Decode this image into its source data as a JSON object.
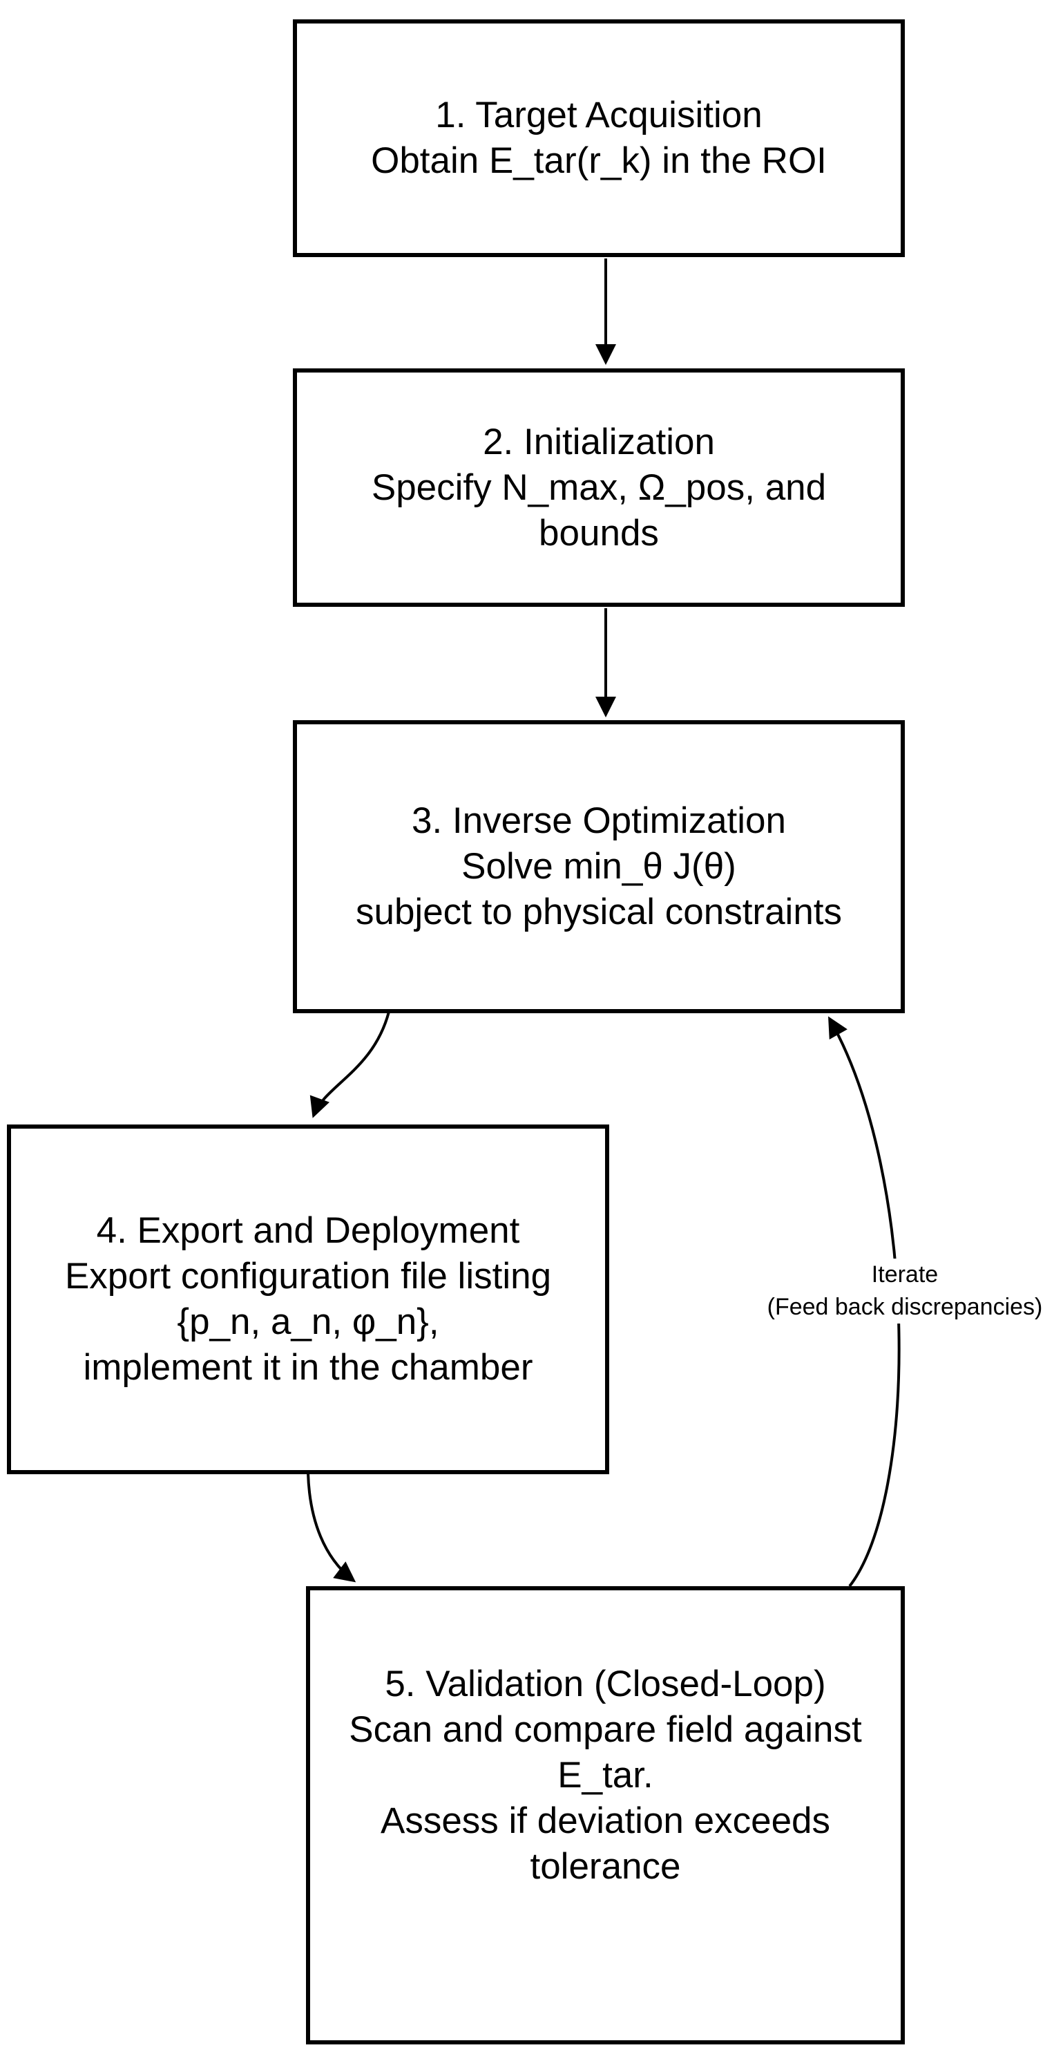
{
  "diagram": {
    "background_color": "#ffffff",
    "ink_color": "#000000",
    "steps": [
      {
        "name": "target-acquisition",
        "lines": [
          "1. Target Acquisition",
          "Obtain E_tar(r_k) in the ROI"
        ]
      },
      {
        "name": "initialization",
        "lines": [
          "2. Initialization",
          "Specify N_max, Ω_pos, and",
          "bounds"
        ]
      },
      {
        "name": "inverse-optimization",
        "lines": [
          "3. Inverse Optimization",
          "Solve min_θ J(θ)",
          "subject to physical constraints"
        ]
      },
      {
        "name": "export-and-deployment",
        "lines": [
          "4. Export and Deployment",
          "Export configuration file listing",
          "{p_n, a_n, φ_n},",
          "implement it in the chamber"
        ]
      },
      {
        "name": "validation-closed-loop",
        "lines": [
          "5. Validation (Closed-Loop)",
          "Scan and compare field against",
          "E_tar.",
          "Assess if deviation exceeds",
          "tolerance"
        ]
      }
    ],
    "feedback_edge_label": {
      "lines": [
        "Iterate",
        "(Feed back discrepancies)"
      ]
    }
  }
}
